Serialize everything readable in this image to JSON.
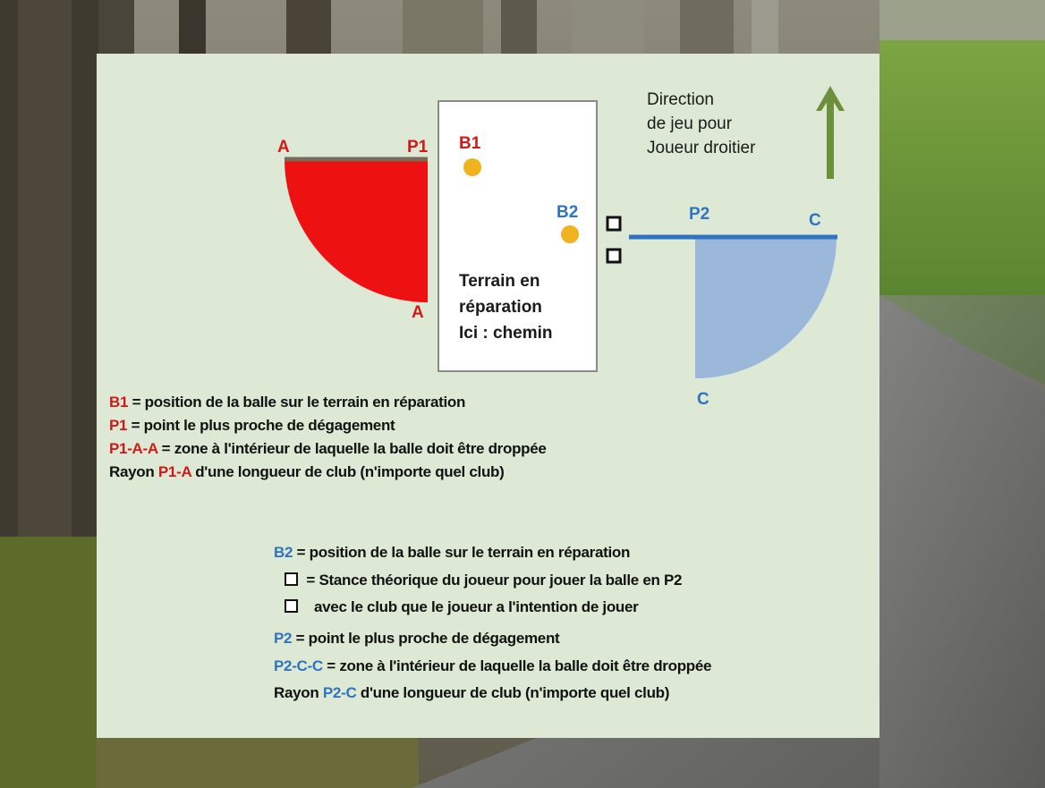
{
  "labels": {
    "A_left": "A",
    "P1": "P1",
    "A_bottom": "A",
    "B1": "B1",
    "B2": "B2",
    "P2": "P2",
    "C_right": "C",
    "C_bottom": "C"
  },
  "zone_box": {
    "line1": "Terrain en",
    "line2": "réparation",
    "line3": "Ici : chemin"
  },
  "direction": {
    "line1": "Direction",
    "line2": "de jeu pour",
    "line3": "Joueur droitier"
  },
  "legend1": [
    {
      "key": "B1",
      "text": " = position de la balle sur le terrain en réparation"
    },
    {
      "key": "P1",
      "text": " = point le plus proche de dégagement"
    },
    {
      "key": "P1-A-A",
      "text": " = zone à l'intérieur de laquelle la balle doit être droppée"
    }
  ],
  "legend1_rayon": {
    "pre": "Rayon ",
    "key": "P1-A",
    "post": " d'une longueur de club (n'importe quel club)"
  },
  "legend2": {
    "b2_key": "B2",
    "b2_text": " = position de la balle sur le terrain en réparation",
    "stance1": " = Stance théorique du joueur pour jouer la balle en P2",
    "stance2": "avec le club que le joueur a l'intention de jouer",
    "p2_key": "P2",
    "p2_text": " = point le plus proche de dégagement",
    "p2cc_key": "P2-C-C",
    "p2cc_text": " = zone à l'intérieur de laquelle la balle doit être droppée",
    "rayon_pre": "Rayon ",
    "rayon_key": "P2-C",
    "rayon_post": " d'une longueur de club (n'importe quel club)"
  },
  "colors": {
    "red": "#d11919",
    "blue": "#2e74c0",
    "zone_blue": "#9bb8db",
    "ball": "#f0b21e",
    "arrow": "#6b8f3a",
    "panel": "#dde9d4"
  }
}
